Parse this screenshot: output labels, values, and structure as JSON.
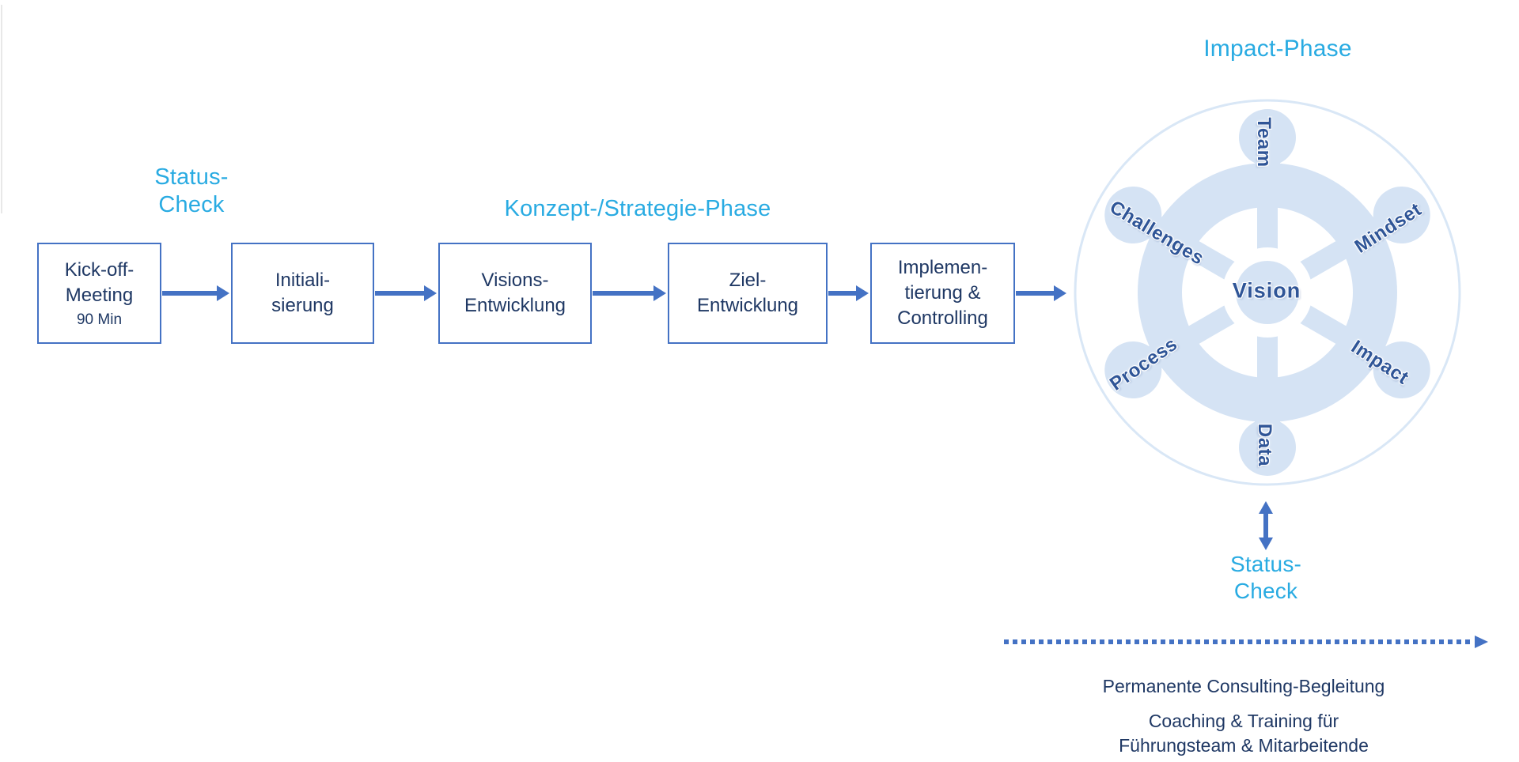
{
  "colors": {
    "accent_cyan": "#29ABE2",
    "primary_blue": "#4472C4",
    "dark_navy": "#1F3864",
    "wheel_fill": "#D5E3F4",
    "wheel_outline": "#D9E7F6",
    "wheel_label_blue": "#2F5597"
  },
  "headings": {
    "status_check_top": {
      "line1": "Status-",
      "line2": "Check"
    },
    "konzept_phase": "Konzept-/Strategie-Phase",
    "impact_phase": "Impact-Phase",
    "status_check_bottom": {
      "line1": "Status-",
      "line2": "Check"
    }
  },
  "flow": {
    "boxes": [
      {
        "id": "kickoff",
        "lines": [
          "Kick-off-",
          "Meeting"
        ],
        "duration": "90 Min"
      },
      {
        "id": "initialisierung",
        "lines": [
          "Initiali-",
          "sierung"
        ]
      },
      {
        "id": "visionsentwicklung",
        "lines": [
          "Visions-",
          "Entwicklung"
        ]
      },
      {
        "id": "zielentwicklung",
        "lines": [
          "Ziel-",
          "Entwicklung"
        ]
      },
      {
        "id": "implementierung",
        "lines": [
          "Implemen-",
          "tierung &",
          "Controlling"
        ]
      }
    ]
  },
  "wheel": {
    "center_label": "Vision",
    "labels": {
      "top": "Team",
      "upper_right": "Mindset",
      "lower_right": "Impact",
      "bottom": "Data",
      "lower_left": "Process",
      "upper_left": "Challenges"
    }
  },
  "bottom": {
    "line1": "Permanente Consulting-Begleitung",
    "line2": "Coaching & Training für",
    "line3": "Führungsteam & Mitarbeitende"
  }
}
